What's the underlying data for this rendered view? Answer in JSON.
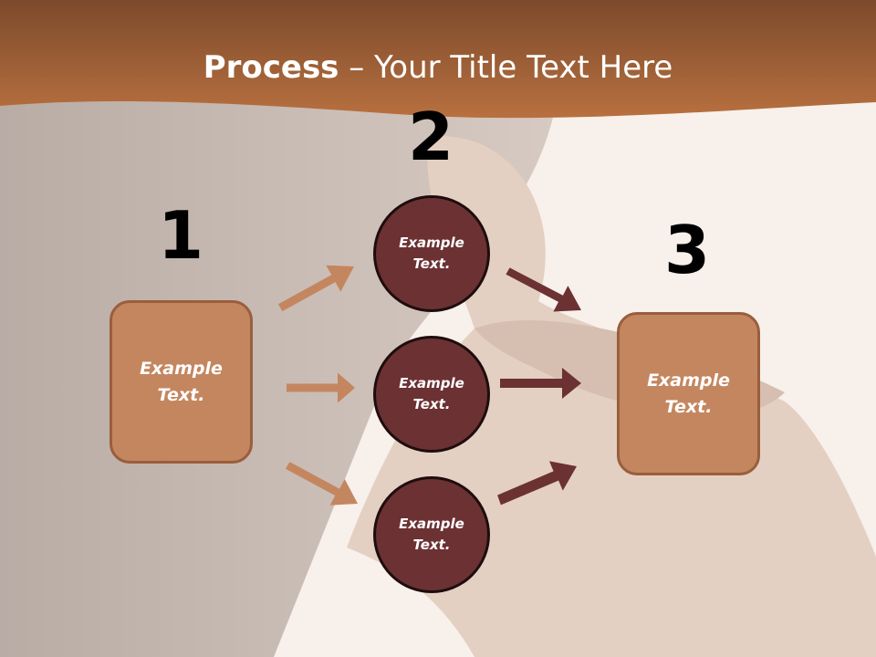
{
  "title": {
    "bold": "Process",
    "rest": " – Your Title Text Here"
  },
  "steps": {
    "one": "1",
    "two": "2",
    "three": "3"
  },
  "nodes": {
    "left_box": "Example Text.",
    "circle_top": "Example Text.",
    "circle_mid": "Example Text.",
    "circle_bottom": "Example Text.",
    "right_box": "Example Text."
  },
  "colors": {
    "header": "#b86b3e",
    "box_fill": "#c4865f",
    "circle_fill": "#6b3133",
    "arrow_light": "#c4865f",
    "arrow_dark": "#6b3133"
  }
}
